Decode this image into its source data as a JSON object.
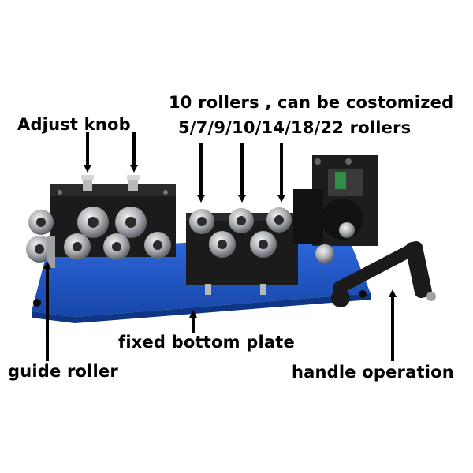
{
  "labels": {
    "adjust_knob": "Adjust knob",
    "rollers_line1": "10 rollers , can be costomized",
    "rollers_line2": "5/7/9/10/14/18/22 rollers",
    "fixed_bottom_plate": "fixed bottom plate",
    "guide_roller": "guide roller",
    "handle_operation": "handle operation"
  },
  "colors": {
    "plate_blue": "#1f57c9",
    "block_black": "#1b1b1b",
    "roller_silver": "#b9bcc0",
    "arrow_black": "#000000"
  }
}
